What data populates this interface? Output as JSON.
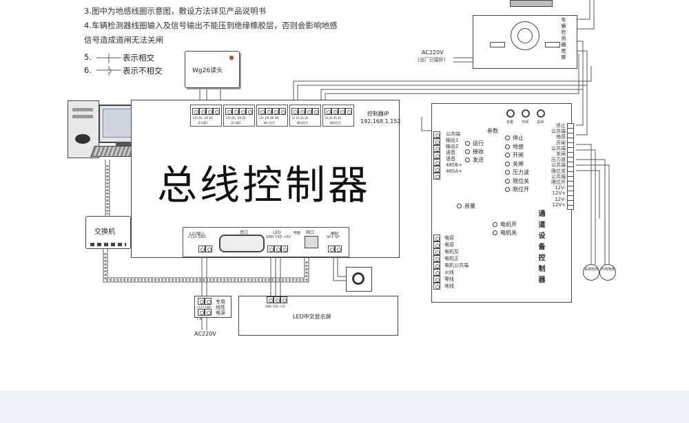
{
  "notes": {
    "line3": "3.图中为地感线圈示意图，敷设方法详见产品说明书",
    "line4a": "4.车辆检测器线圈输入及信号输出不能压到绝缘橡胶层，否则会影响地感",
    "line4b": "信号造成道闸无法关闸",
    "line5": "表示相交",
    "line5_num": "5.",
    "line6": "表示不相交",
    "line6_num": "6."
  },
  "reader": {
    "label": "Wg26读头"
  },
  "controller": {
    "title": "总线控制器",
    "ip_label": "控制器IP",
    "ip_value": "192.168.1.152",
    "terminal_groups_top": [
      "12V  DC-  D0  D1",
      "12V  DC-  D0  D1",
      "12V  1M  2M  3M",
      "1S  1S  2S  2S",
      "1S  2S  3S  4S"
    ],
    "terminal_captions_top": [
      "读卡器1",
      "读卡器2",
      "输入信号",
      "输出信号",
      "输出信号"
    ],
    "power_in": "12V输入",
    "power_sub": "+12V GND",
    "serial_port": "串口",
    "led_label": "LED",
    "led_sub": "GND TXD +5V",
    "net_port": "网口",
    "speaker": "喇叭",
    "speaker_sub": "SP+  SP-",
    "pc_label": "电脑"
  },
  "switch": {
    "label": "交换机"
  },
  "power_supply": {
    "label": "专用线性电源",
    "sub": "+12V GND",
    "sub2": "L     N",
    "ac": "AC220V"
  },
  "led_display": {
    "label": "LED中文显示屏",
    "sub": "GND TXD +5V"
  },
  "detector": {
    "label": "车辆检测器底座",
    "ac": "AC220V",
    "ac_note": "(出厂已接好)"
  },
  "gate_controller": {
    "title": "通道设备控制器",
    "buttons": [
      "音量",
      "开闸",
      "关闸"
    ],
    "params_label": "参数",
    "left_terms": [
      "公共端",
      "输出1",
      "输出2",
      "语音",
      "语音",
      "485B+",
      "485A+"
    ],
    "status": [
      "运行",
      "接收",
      "发送"
    ],
    "inputs": [
      "停止",
      "地感",
      "开闸",
      "关闸",
      "压力波",
      "限位关",
      "限位开"
    ],
    "volume": "音量",
    "motor": [
      "电机开",
      "电机关"
    ],
    "bottom_terms": [
      "电容",
      "电容",
      "电机反",
      "电机正",
      "电机公共端",
      "火线",
      "零线",
      "地线"
    ],
    "right_terms": [
      "停止",
      "公共端",
      "地感",
      "开闸",
      "公共端",
      "关闸",
      "压力波",
      "公共端",
      "限位关",
      "公共端",
      "限位开",
      "12V-",
      "12V+",
      "12V-",
      "12V+"
    ]
  },
  "loops": [
    "关闸地感",
    "开闸地感"
  ]
}
